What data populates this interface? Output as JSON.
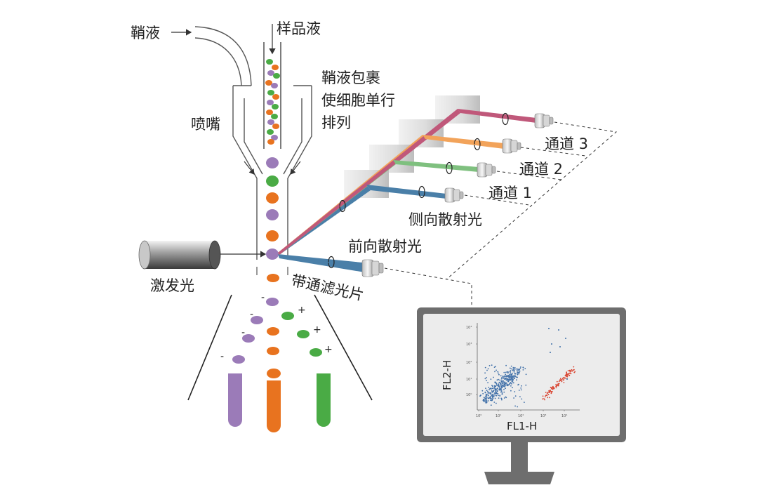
{
  "labels": {
    "sheath": "鞘液",
    "sample": "样品液",
    "hydro": [
      "鞘液包裹",
      "使细胞单行",
      "排列"
    ],
    "nozzle": "喷嘴",
    "laser": "激发光",
    "filter": "带通滤光片",
    "forward": "前向散射光",
    "side": "侧向散射光",
    "ch1": "通道 1",
    "ch2": "通道 2",
    "ch3": "通道 3"
  },
  "charges": {
    "minus": "-",
    "plus": "+"
  },
  "beam_colors": {
    "forward": "#4a7fa8",
    "ch1": "#4a7fa8",
    "ch2": "#7fc07f",
    "ch3": "#f2a35a",
    "ch4": "#c0587a"
  },
  "cell_colors": {
    "purple": "#9b7bb8",
    "orange": "#e8731f",
    "green": "#4aab45"
  },
  "monitor": {
    "xlabel": "FL1-H",
    "ylabel": "FL2-H",
    "x_ticks": [
      "10⁰",
      "10¹",
      "10²",
      "10³",
      "10⁴"
    ],
    "y_ticks": [
      "10⁰",
      "10¹",
      "10²",
      "10³",
      "10⁴"
    ]
  }
}
